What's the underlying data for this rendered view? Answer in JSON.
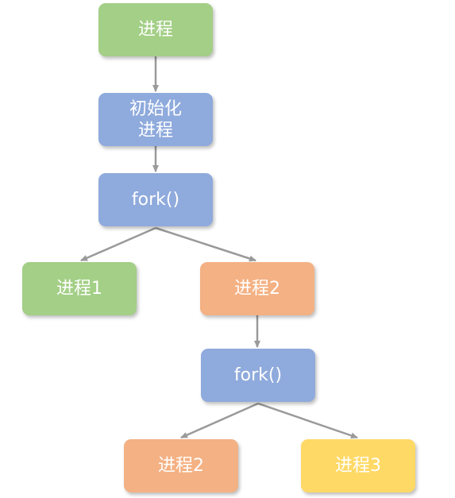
{
  "colors": {
    "green": "#a3cf86",
    "blue": "#8faadc",
    "orange": "#f4b183",
    "yellow": "#ffd966",
    "edge": "#9a9a9a"
  },
  "nodes": {
    "process": {
      "label": "进程",
      "color": "green"
    },
    "init": {
      "label": "初始化\n进程",
      "color": "blue"
    },
    "fork1": {
      "label": "fork()",
      "color": "blue"
    },
    "process1": {
      "label": "进程1",
      "color": "green"
    },
    "process2": {
      "label": "进程2",
      "color": "orange"
    },
    "fork2": {
      "label": "fork()",
      "color": "blue"
    },
    "process2b": {
      "label": "进程2",
      "color": "orange"
    },
    "process3": {
      "label": "进程3",
      "color": "yellow"
    }
  },
  "edges": [
    {
      "from": "process",
      "to": "init"
    },
    {
      "from": "init",
      "to": "fork1"
    },
    {
      "from": "fork1",
      "to": "process1"
    },
    {
      "from": "fork1",
      "to": "process2"
    },
    {
      "from": "process2",
      "to": "fork2"
    },
    {
      "from": "fork2",
      "to": "process2b"
    },
    {
      "from": "fork2",
      "to": "process3"
    }
  ]
}
